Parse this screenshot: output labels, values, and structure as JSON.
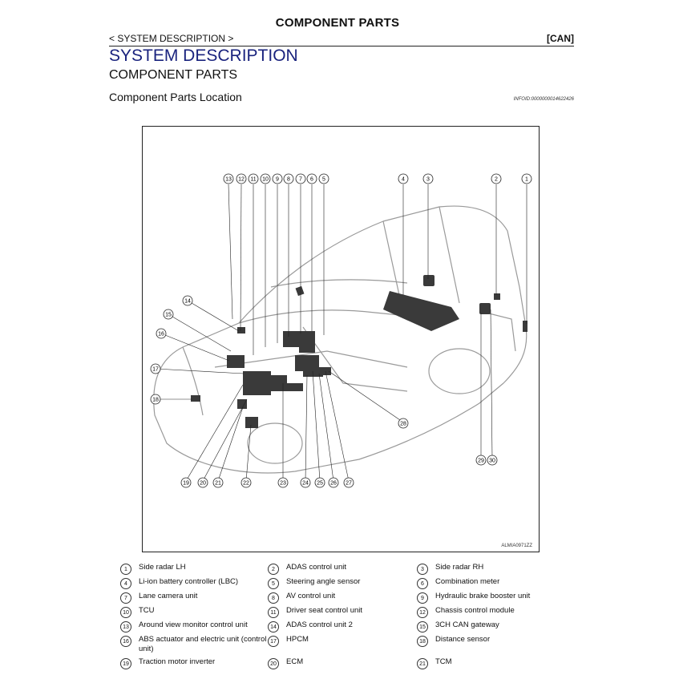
{
  "header": {
    "title": "COMPONENT PARTS",
    "breadcrumb": "< SYSTEM DESCRIPTION >",
    "tag": "[CAN]"
  },
  "section_title": "SYSTEM DESCRIPTION",
  "component_title": "COMPONENT PARTS",
  "location_title": "Component Parts Location",
  "info_id": "INFOID:0000000014622426",
  "figure_code": "ALMIA0971ZZ",
  "legend": [
    {
      "num": "1",
      "label": "Side radar LH"
    },
    {
      "num": "2",
      "label": "ADAS control unit"
    },
    {
      "num": "3",
      "label": "Side radar RH"
    },
    {
      "num": "4",
      "label": "Li-ion battery controller (LBC)"
    },
    {
      "num": "5",
      "label": "Steering angle sensor"
    },
    {
      "num": "6",
      "label": "Combination meter"
    },
    {
      "num": "7",
      "label": "Lane camera unit"
    },
    {
      "num": "8",
      "label": "AV control unit"
    },
    {
      "num": "9",
      "label": "Hydraulic brake booster unit"
    },
    {
      "num": "10",
      "label": "TCU"
    },
    {
      "num": "11",
      "label": "Driver seat control unit"
    },
    {
      "num": "12",
      "label": "Chassis control module"
    },
    {
      "num": "13",
      "label": "Around view monitor control unit"
    },
    {
      "num": "14",
      "label": "ADAS control unit 2"
    },
    {
      "num": "15",
      "label": "3CH CAN gateway"
    },
    {
      "num": "16",
      "label": "ABS actuator and electric unit (control unit)"
    },
    {
      "num": "17",
      "label": "HPCM"
    },
    {
      "num": "18",
      "label": "Distance sensor"
    },
    {
      "num": "19",
      "label": "Traction motor inverter"
    },
    {
      "num": "20",
      "label": "ECM"
    },
    {
      "num": "21",
      "label": "TCM"
    }
  ],
  "callouts": [
    "1",
    "2",
    "3",
    "4",
    "5",
    "6",
    "7",
    "8",
    "9",
    "10",
    "11",
    "12",
    "13",
    "14",
    "15",
    "16",
    "17",
    "18",
    "19",
    "20",
    "21",
    "22",
    "23",
    "24",
    "25",
    "26",
    "27",
    "28",
    "29",
    "30"
  ]
}
